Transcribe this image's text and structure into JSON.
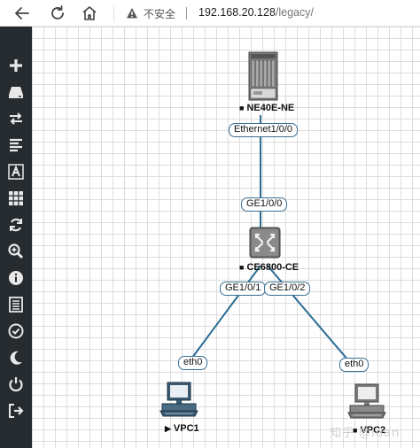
{
  "browser": {
    "insecure_label": "不安全",
    "url_host": "192.168.20.128",
    "url_path": "/legacy/"
  },
  "sidebar": {
    "items": [
      {
        "icon": "plus-icon"
      },
      {
        "icon": "drive-icon"
      },
      {
        "icon": "swap-arrows-icon"
      },
      {
        "icon": "align-left-icon"
      },
      {
        "icon": "text-a-icon"
      },
      {
        "icon": "grid-icon"
      },
      {
        "icon": "refresh-icon"
      },
      {
        "icon": "zoom-in-icon"
      },
      {
        "icon": "info-icon"
      },
      {
        "icon": "list-icon"
      },
      {
        "icon": "check-circle-icon"
      },
      {
        "icon": "moon-icon"
      },
      {
        "icon": "power-icon"
      },
      {
        "icon": "sign-out-icon"
      }
    ]
  },
  "topology": {
    "nodes": {
      "ne40e": {
        "label": "NE40E-NE",
        "status_mark": "■"
      },
      "ce6800": {
        "label": "CE6800-CE",
        "status_mark": "■"
      },
      "vpc1": {
        "label": "VPC1",
        "status_mark": "▶"
      },
      "vpc2": {
        "label": "VPC2",
        "status_mark": "■"
      }
    },
    "ports": {
      "ne40e_eth": "Ethernet1/0/0",
      "ce_ge100": "GE1/0/0",
      "ce_ge101": "GE1/0/1",
      "ce_ge102": "GE1/0/2",
      "vpc1_eth0": "eth0",
      "vpc2_eth0": "eth0"
    }
  },
  "colors": {
    "sidebar_bg": "#262b30",
    "link": "#2a6b94",
    "port_border": "#3a6f93"
  },
  "watermark": "知乎 @luan"
}
